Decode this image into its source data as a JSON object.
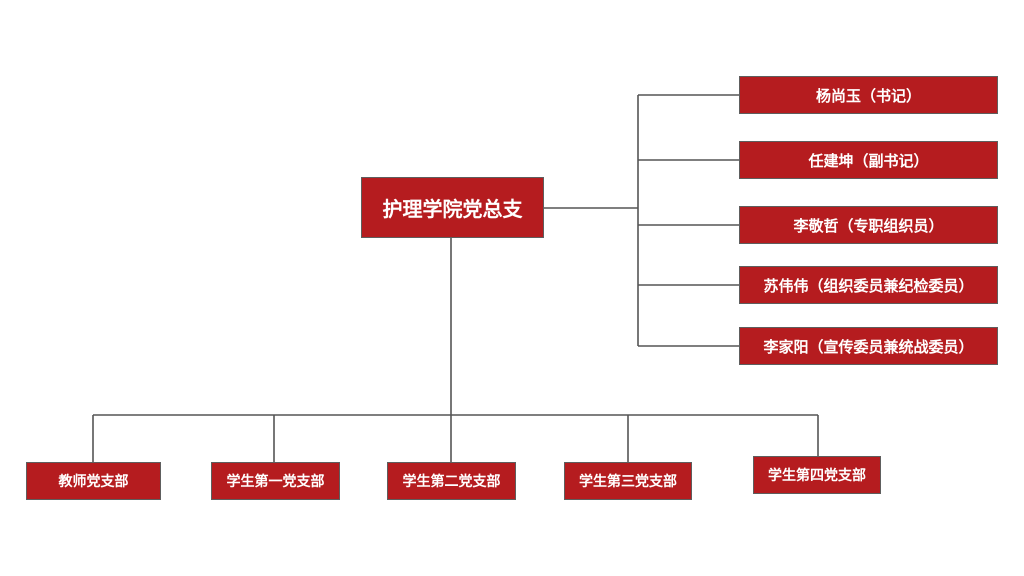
{
  "org": {
    "root": "护理学院党总支",
    "members": [
      "杨尚玉（书记）",
      "任建坤（副书记）",
      "李敬哲（专职组织员）",
      "苏伟伟（组织委员兼纪检委员）",
      "李家阳（宣传委员兼统战委员）"
    ],
    "branches": [
      "教师党支部",
      "学生第一党支部",
      "学生第二党支部",
      "学生第三党支部",
      "学生第四党支部"
    ]
  },
  "colors": {
    "box_fill": "#b51c1f",
    "box_border": "#5e5e5e",
    "connector": "#555555",
    "text": "#ffffff"
  }
}
